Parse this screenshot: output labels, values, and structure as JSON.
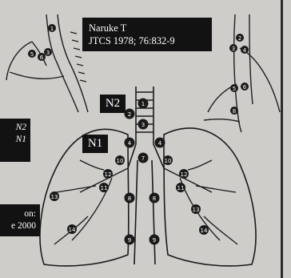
{
  "citation": {
    "author": "Naruke T",
    "reference": "JTCS 1978; 76:832-9"
  },
  "station_labels": {
    "n2": "N2",
    "n1": "N1"
  },
  "left_overlay": {
    "line1": "N2",
    "line2": "N1",
    "line3": "on:",
    "line4": "e 2000"
  },
  "node_numbers": {
    "center": [
      "1",
      "2",
      "3",
      "4",
      "7",
      "8",
      "9"
    ],
    "hilar": [
      "10",
      "11",
      "12",
      "13",
      "14"
    ],
    "inset_left": [
      "1",
      "3",
      "5",
      "6"
    ],
    "inset_right": [
      "2",
      "3",
      "4",
      "5",
      "6",
      "8"
    ]
  },
  "colors": {
    "background": "#cfcdca",
    "ink": "#1c1c1c",
    "label_bg": "#121212",
    "label_text": "#ffffff"
  }
}
